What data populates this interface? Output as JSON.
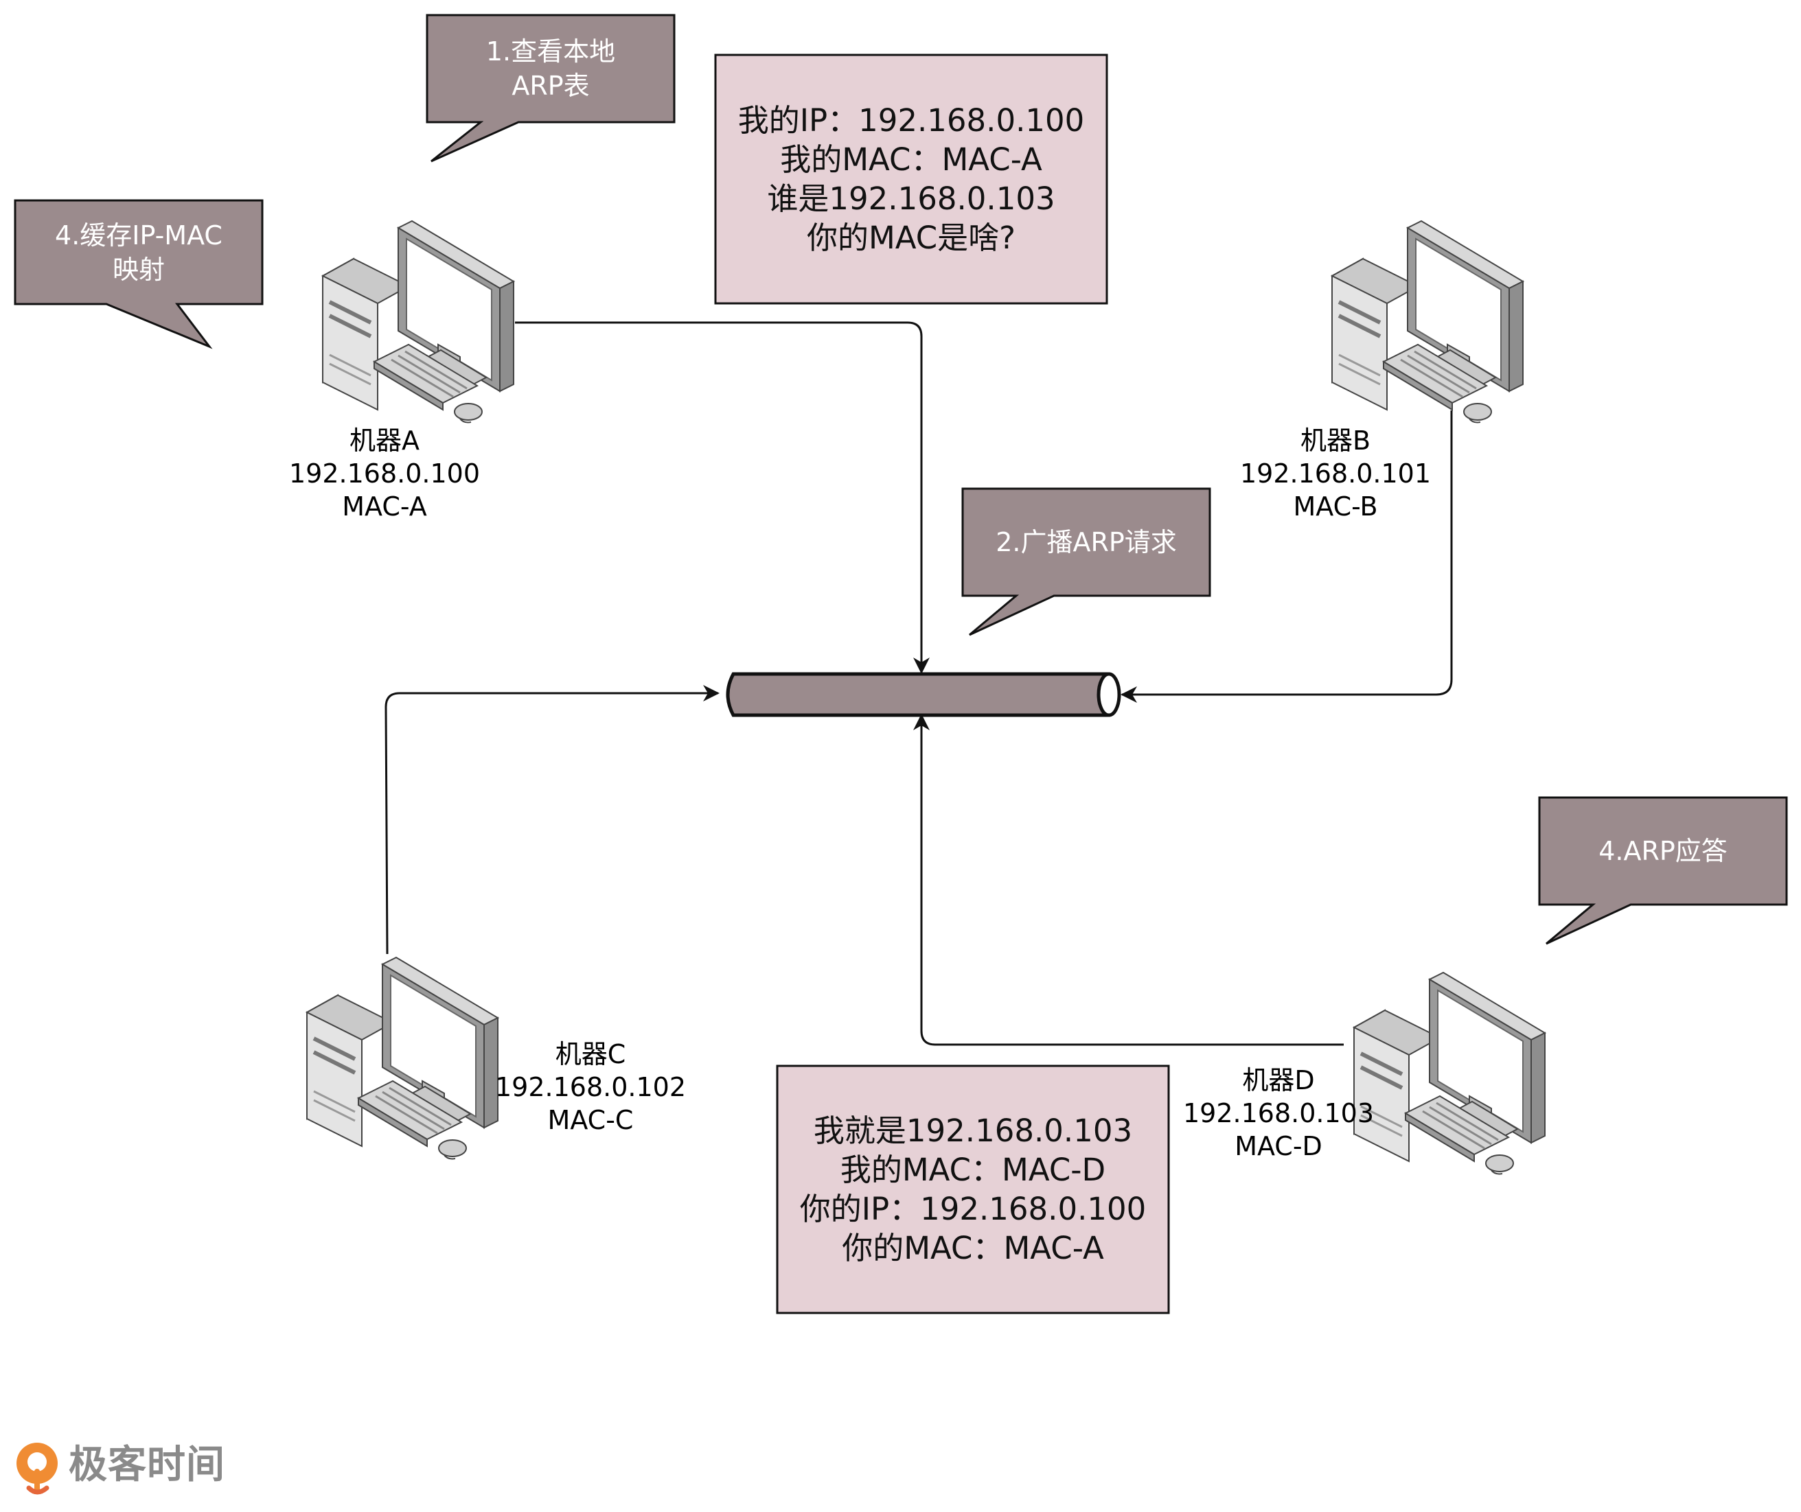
{
  "colors": {
    "callout_fill": "#9b8b8d",
    "message_fill": "#e6d1d6",
    "bus_fill": "#9b8b8d",
    "line": "#111111",
    "logo_orange": "#f08c33"
  },
  "callouts": {
    "step1": "1.查看本地\nARP表",
    "step2": "2.广播ARP请求",
    "step4_cache": "4.缓存IP-MAC\n映射",
    "step4_reply": "4.ARP应答"
  },
  "messages": {
    "request": "我的IP：192.168.0.100\n我的MAC：MAC-A\n谁是192.168.0.103\n你的MAC是啥?",
    "reply": "我就是192.168.0.103\n我的MAC：MAC-D\n你的IP：192.168.0.100\n你的MAC：MAC-A"
  },
  "machines": {
    "a": {
      "label": "机器A\n192.168.0.100\nMAC-A",
      "icon": "desktop-computer-icon"
    },
    "b": {
      "label": "机器B\n192.168.0.101\nMAC-B",
      "icon": "desktop-computer-icon"
    },
    "c": {
      "label": "机器C\n192.168.0.102\nMAC-C",
      "icon": "desktop-computer-icon"
    },
    "d": {
      "label": "机器D\n192.168.0.103\nMAC-D",
      "icon": "desktop-computer-icon"
    }
  },
  "logo": {
    "text": "极客时间"
  }
}
